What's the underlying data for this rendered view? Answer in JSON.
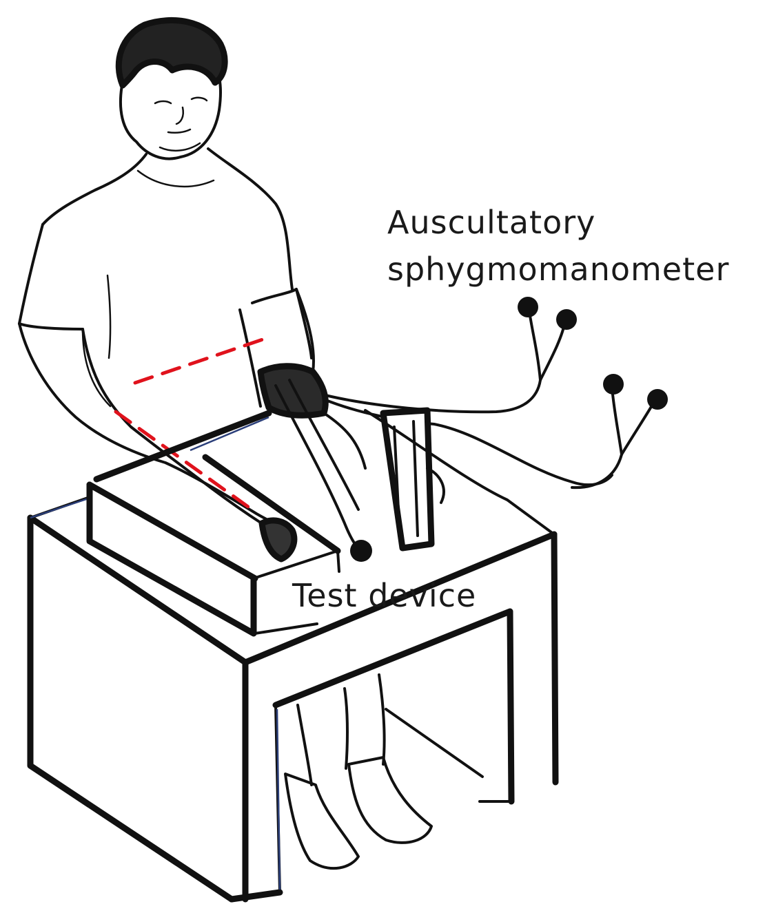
{
  "labels": {
    "sphygmomanometer_line1": "Auscultatory",
    "sphygmomanometer_line2": "sphygmomanometer",
    "test_device": "Test device"
  },
  "colors": {
    "ink": "#111111",
    "reference_line": "#e0121c",
    "edge_accent": "#2b3f7a",
    "background": "#ffffff"
  }
}
